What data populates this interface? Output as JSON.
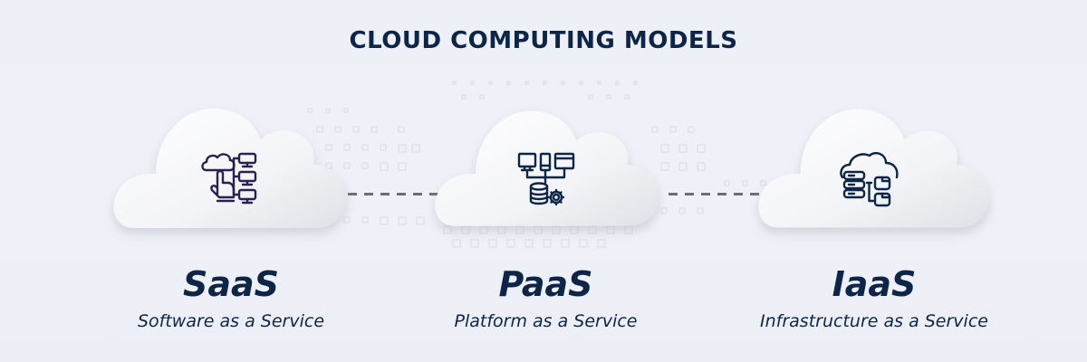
{
  "title": "CLOUD COMPUTING MODELS",
  "colors": {
    "text_primary": "#0d2547",
    "icon_stroke_saas": "#2b2150",
    "icon_stroke": "#0d2547",
    "connector": "#6a6d75",
    "background": "#eef0f8",
    "cloud_fill": "#f4f5f8"
  },
  "models": [
    {
      "abbr": "SaaS",
      "full": "Software as a Service",
      "icon": "cloud-hand-servers-icon"
    },
    {
      "abbr": "PaaS",
      "full": "Platform as a Service",
      "icon": "devices-database-gear-icon"
    },
    {
      "abbr": "IaaS",
      "full": "Infrastructure as a Service",
      "icon": "cloud-server-folders-icon"
    }
  ]
}
